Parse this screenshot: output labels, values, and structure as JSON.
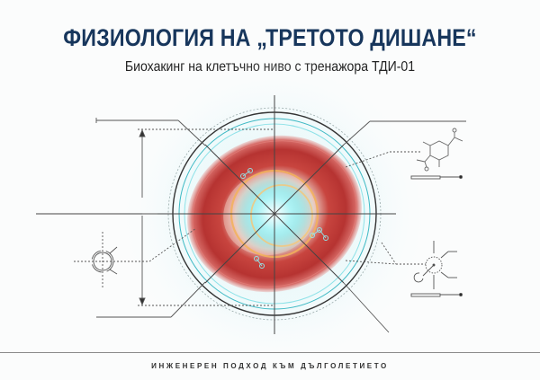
{
  "header": {
    "title": "ФИЗИОЛОГИЯ НА „ТРЕТОТО ДИШАНЕ“",
    "subtitle": "Биохакинг на клетъчно ниво с тренажора ТДИ-01"
  },
  "illustration": {
    "subject": "red-blood-cell-diagram",
    "icons": [
      "crosshair-icon",
      "molecule-icon",
      "rotation-symbol-icon",
      "dimension-arrow-icon",
      "circle-target-icon"
    ],
    "colors": {
      "cell_red": "#c43a3a",
      "glow_cyan": "#59e0e8",
      "ring_gold": "#f2b25a",
      "line": "#555555",
      "title_navy": "#17365c"
    }
  },
  "footer": {
    "tagline": "ИНЖЕНЕРЕН ПОДХОД КЪМ ДЪЛГОЛЕТИЕТО"
  }
}
